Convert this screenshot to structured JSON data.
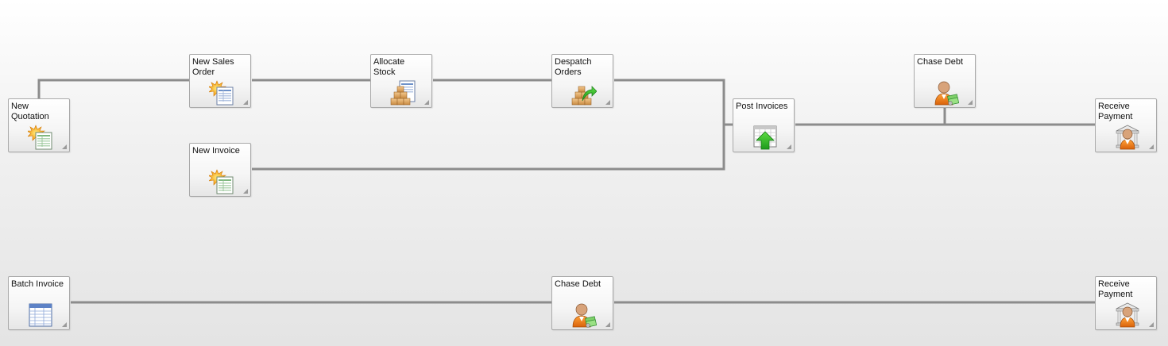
{
  "diagram": {
    "nodes": [
      {
        "id": "new-quotation",
        "label": "New\nQuotation",
        "icon": "new-document-icon"
      },
      {
        "id": "new-sales-order",
        "label": "New Sales\nOrder",
        "icon": "new-order-icon"
      },
      {
        "id": "allocate-stock",
        "label": "Allocate\nStock",
        "icon": "stock-boxes-icon"
      },
      {
        "id": "despatch-orders",
        "label": "Despatch\nOrders",
        "icon": "despatch-boxes-icon"
      },
      {
        "id": "new-invoice",
        "label": "New Invoice",
        "icon": "new-document-icon"
      },
      {
        "id": "post-invoices",
        "label": "Post Invoices",
        "icon": "post-arrow-icon"
      },
      {
        "id": "chase-debt-top",
        "label": "Chase Debt",
        "icon": "person-money-icon"
      },
      {
        "id": "receive-payment-top",
        "label": "Receive\nPayment",
        "icon": "person-bank-icon"
      },
      {
        "id": "batch-invoice",
        "label": "Batch Invoice",
        "icon": "table-document-icon"
      },
      {
        "id": "chase-debt-bottom",
        "label": "Chase Debt",
        "icon": "person-money-icon"
      },
      {
        "id": "receive-payment-bottom",
        "label": "Receive\nPayment",
        "icon": "person-bank-icon"
      }
    ],
    "connector_color": "#8c8c8c"
  }
}
